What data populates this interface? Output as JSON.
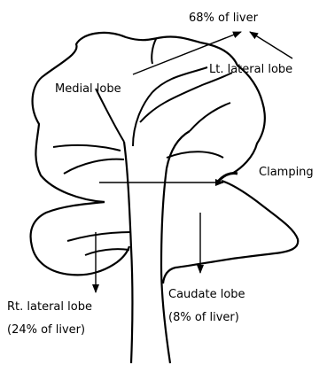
{
  "labels": {
    "total_left_lobes": "68% of liver",
    "medial_lobe": "Medial lobe",
    "left_lateral_lobe": "Lt. lateral lobe",
    "clamping": "Clamping",
    "right_lateral_lobe": "Rt. lateral lobe",
    "right_lateral_share": "(24% of liver)",
    "caudate_lobe": "Caudate lobe",
    "caudate_share": "(8% of liver)"
  },
  "colors": {
    "ink": "#000000",
    "background": "#ffffff"
  }
}
